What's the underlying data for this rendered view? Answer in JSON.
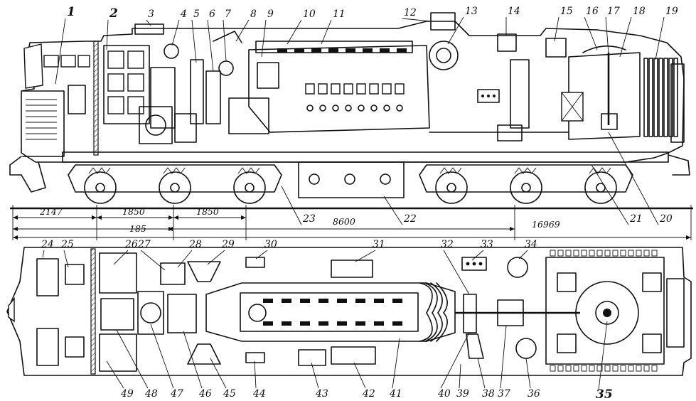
{
  "drawing": {
    "side_view": {
      "callouts": [
        "1",
        "2",
        "3",
        "4",
        "5",
        "6",
        "7",
        "8",
        "9",
        "10",
        "11",
        "12",
        "13",
        "14",
        "15",
        "16",
        "17",
        "18",
        "19",
        "20",
        "21",
        "22",
        "23"
      ],
      "dimensions": [
        "2147",
        "1850",
        "1850",
        "185",
        "8600",
        "16969"
      ]
    },
    "plan_view": {
      "callouts": [
        "24",
        "25",
        "26",
        "27",
        "28",
        "29",
        "30",
        "31",
        "32",
        "33",
        "34",
        "35",
        "36",
        "37",
        "38",
        "39",
        "40",
        "41",
        "42",
        "43",
        "44",
        "45",
        "46",
        "47",
        "48",
        "49"
      ]
    }
  }
}
